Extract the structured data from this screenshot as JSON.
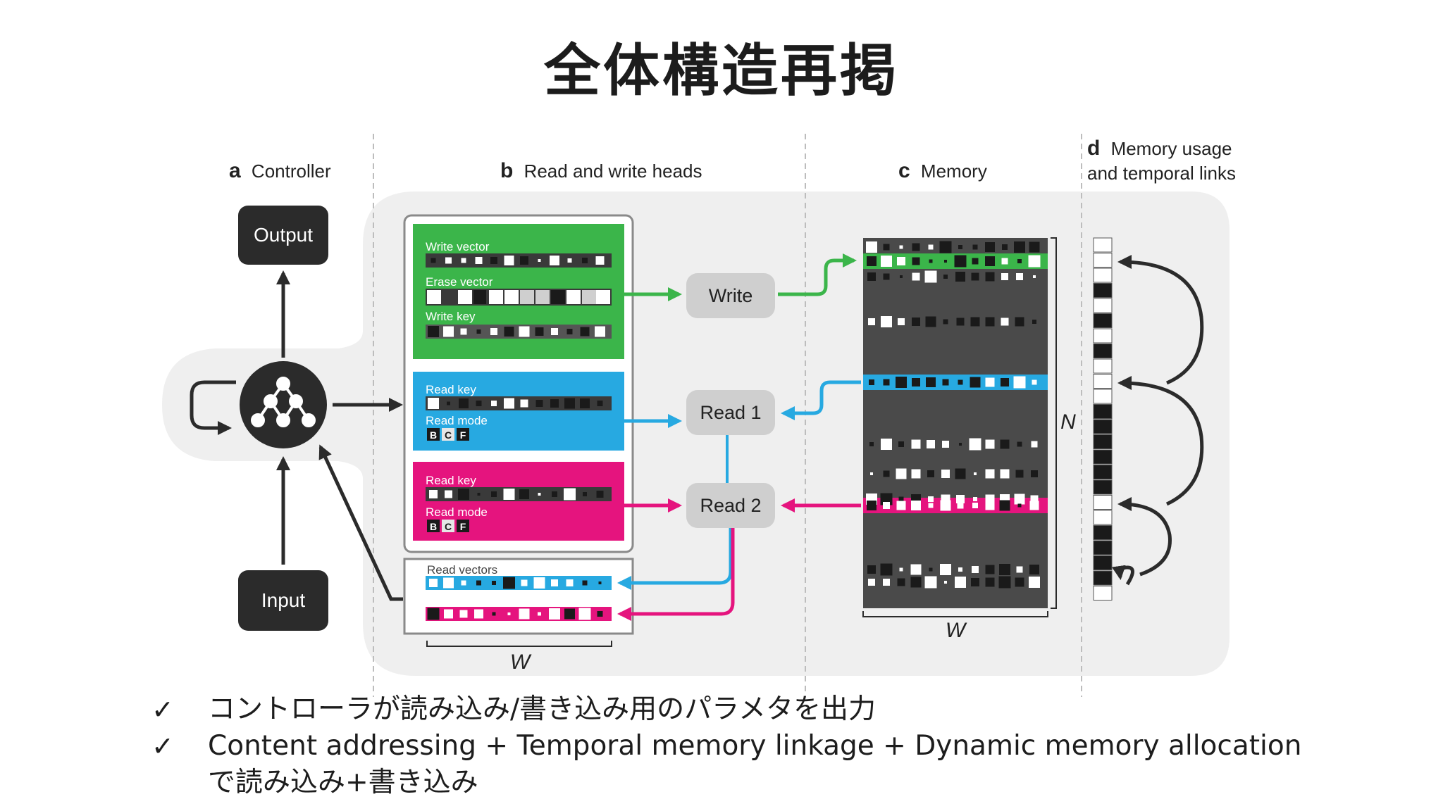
{
  "title": "全体構造再掲",
  "panels": {
    "a": {
      "letter": "a",
      "label": "Controller"
    },
    "b": {
      "letter": "b",
      "label": "Read and write heads"
    },
    "c": {
      "letter": "c",
      "label": "Memory"
    },
    "d": {
      "letter": "d",
      "label_line1": "Memory usage",
      "label_line2": "and temporal links"
    }
  },
  "controller": {
    "output_label": "Output",
    "input_label": "Input"
  },
  "write_head": {
    "write_vector_label": "Write vector",
    "erase_vector_label": "Erase vector",
    "write_key_label": "Write key"
  },
  "read_head_1": {
    "read_key_label": "Read key",
    "read_mode_label": "Read mode",
    "modes": [
      "B",
      "C",
      "F"
    ]
  },
  "read_head_2": {
    "read_key_label": "Read key",
    "read_mode_label": "Read mode",
    "modes": [
      "B",
      "C",
      "F"
    ]
  },
  "read_vectors_label": "Read vectors",
  "ops": {
    "write": "Write",
    "read1": "Read 1",
    "read2": "Read 2"
  },
  "dims": {
    "w_heads": "W",
    "w_memory": "W",
    "n_memory": "N"
  },
  "colors": {
    "write": "#3bb54a",
    "read1": "#27a9e1",
    "read2": "#e5147e",
    "dark": "#2b2b2b",
    "memory": "#4a4a4a",
    "panel_bg": "#efefef"
  },
  "bullets": [
    {
      "mark": "✓",
      "text": "コントローラが読み込み/書き込み用のパラメタを出力"
    },
    {
      "mark": "✓",
      "text": "Content addressing + Temporal memory linkage + Dynamic memory allocation で読み込み+書き込み"
    }
  ]
}
